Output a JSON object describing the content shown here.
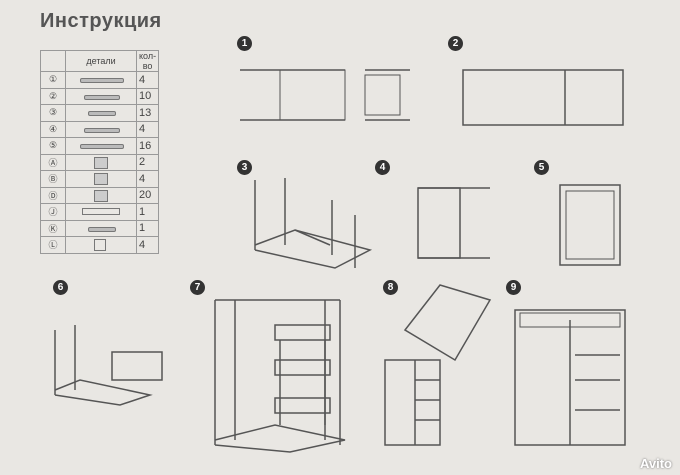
{
  "header": {
    "title": "Инструкция"
  },
  "table": {
    "col_parts": "детали",
    "col_qty": "кол-во",
    "rows": [
      {
        "sym": "①",
        "qty": "4"
      },
      {
        "sym": "②",
        "qty": "10"
      },
      {
        "sym": "③",
        "qty": "13"
      },
      {
        "sym": "④",
        "qty": "4"
      },
      {
        "sym": "⑤",
        "qty": "16"
      },
      {
        "sym": "Ⓐ",
        "qty": "2"
      },
      {
        "sym": "Ⓑ",
        "qty": "4"
      },
      {
        "sym": "Ⓓ",
        "qty": "20"
      },
      {
        "sym": "Ⓙ",
        "qty": "1"
      },
      {
        "sym": "Ⓚ",
        "qty": "1"
      },
      {
        "sym": "Ⓛ",
        "qty": "4"
      }
    ]
  },
  "steps": [
    "1",
    "2",
    "3",
    "4",
    "5",
    "6",
    "7",
    "8",
    "9"
  ],
  "watermark": "Avito"
}
